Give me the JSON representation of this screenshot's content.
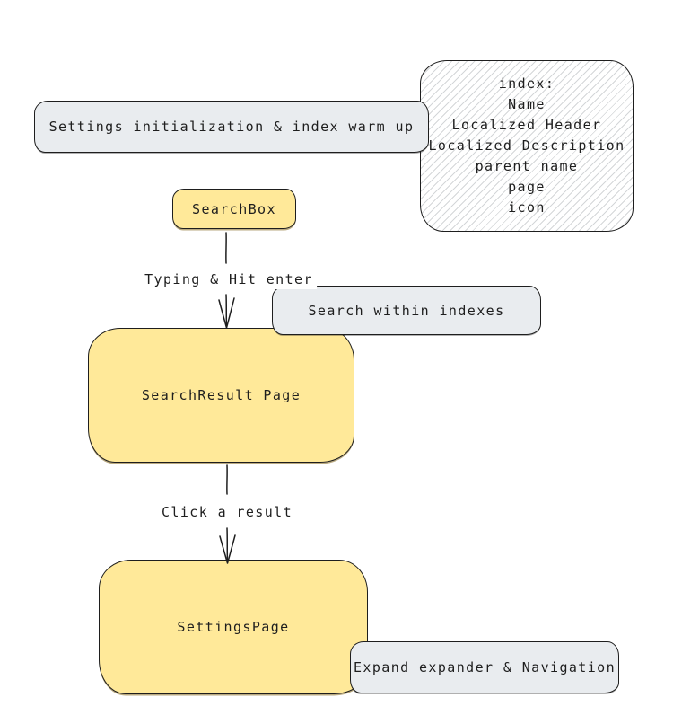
{
  "diagram": {
    "nodes": {
      "init_warmup": {
        "label": "Settings initialization & index warm up"
      },
      "index_note": {
        "lines": [
          "index:",
          "Name",
          "Localized Header",
          "Localized Description",
          "parent name",
          "page",
          "icon"
        ]
      },
      "searchbox": {
        "label": "SearchBox"
      },
      "search_within": {
        "label": "Search within indexes"
      },
      "search_result": {
        "label": "SearchResult Page"
      },
      "settings_page": {
        "label": "SettingsPage"
      },
      "expand_nav": {
        "label": "Expand expander & Navigation"
      }
    },
    "edges": {
      "typing": {
        "label": "Typing & Hit enter"
      },
      "click_result": {
        "label": "Click a result"
      }
    },
    "colors": {
      "stroke": "#1e1e1e",
      "gray_fill": "#e9ecef",
      "yellow_fill": "#ffe999",
      "note_fill": "#ffffff",
      "background": "#ffffff"
    }
  }
}
